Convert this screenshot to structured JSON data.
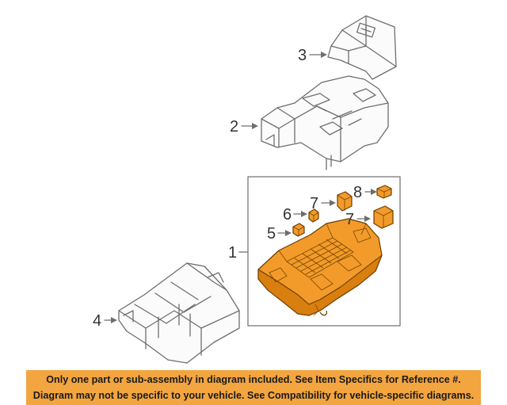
{
  "colors": {
    "highlight_part": "#f29b2a",
    "banner_background": "#f3a540",
    "line_art": "#6e6e6e"
  },
  "callouts": {
    "c1": "1",
    "c2": "2",
    "c3": "3",
    "c4": "4",
    "c5": "5",
    "c6": "6",
    "c7a": "7",
    "c7b": "7",
    "c8": "8"
  },
  "banner": {
    "line1": "Only one part or sub-assembly in diagram included. See Item Specifics for Reference #.",
    "line2": "Diagram may not be specific to your vehicle. See Compatibility for vehicle-specific diagrams."
  }
}
